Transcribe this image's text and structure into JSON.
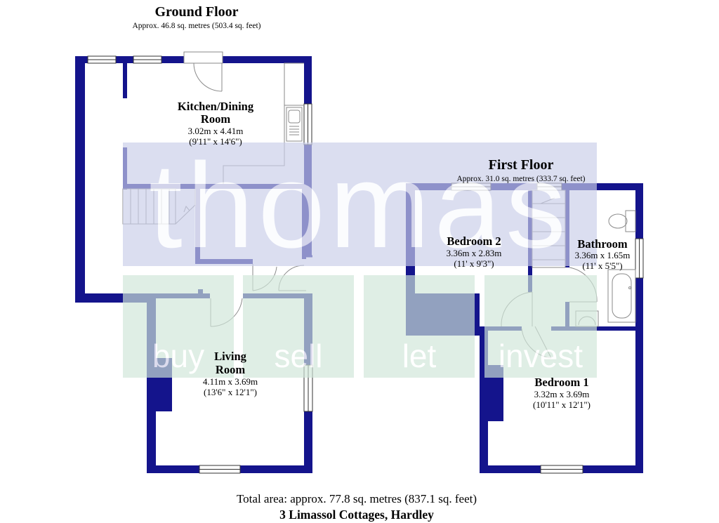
{
  "colors": {
    "wall": "#14148c",
    "fixture": "#8a8a8a",
    "watermark_blue": "#c9cde8",
    "watermark_green": "#cfe6d8",
    "watermark_text": "#ffffff"
  },
  "watermark": {
    "brand": "thomas",
    "tags": [
      "buy",
      "sell",
      "let",
      "invest"
    ],
    "icon": "thomas-logo-watermark"
  },
  "ground_floor": {
    "title": "Ground Floor",
    "area": "Approx. 46.8 sq. metres (503.4 sq. feet)",
    "rooms": [
      {
        "name_line1": "Kitchen/Dining",
        "name_line2": "Room",
        "dim_metric": "3.02m x 4.41m",
        "dim_imperial": "(9'11\" x 14'6\")"
      },
      {
        "name_line1": "Living",
        "name_line2": "Room",
        "dim_metric": "4.11m x 3.69m",
        "dim_imperial": "(13'6\" x 12'1\")"
      }
    ]
  },
  "first_floor": {
    "title": "First Floor",
    "area": "Approx. 31.0 sq. metres (333.7 sq. feet)",
    "rooms": [
      {
        "name": "Bedroom 2",
        "dim_metric": "3.36m x 2.83m",
        "dim_imperial": "(11' x 9'3\")"
      },
      {
        "name": "Bathroom",
        "dim_metric": "3.36m x 1.65m",
        "dim_imperial": "(11' x 5'5\")"
      },
      {
        "name": "Bedroom 1",
        "dim_metric": "3.32m x 3.69m",
        "dim_imperial": "(10'11\" x 12'1\")"
      }
    ]
  },
  "footer": {
    "total_area": "Total area: approx. 77.8 sq. metres (837.1 sq. feet)",
    "address": "3 Limassol Cottages, Hardley"
  }
}
